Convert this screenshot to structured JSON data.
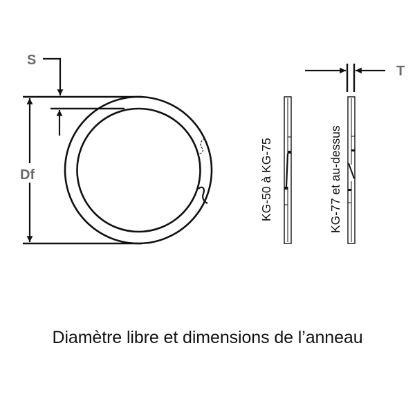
{
  "diagram": {
    "title": "Diamètre libre et dimensions de l’anneau",
    "labels": {
      "radial_wall": "S",
      "free_diameter": "Df",
      "thickness": "T"
    },
    "profiles": [
      {
        "label": "KG-50 à KG-75"
      },
      {
        "label": "KG-77 et au-dessus"
      }
    ],
    "colors": {
      "line": "#111111",
      "dim_label": "#6b6b6b",
      "background": "#ffffff"
    },
    "icons": {
      "ring": "spiral-retaining-ring-front-view",
      "profile_1": "ring-edge-profile-two-turn",
      "profile_2": "ring-edge-profile-multi-turn"
    }
  }
}
